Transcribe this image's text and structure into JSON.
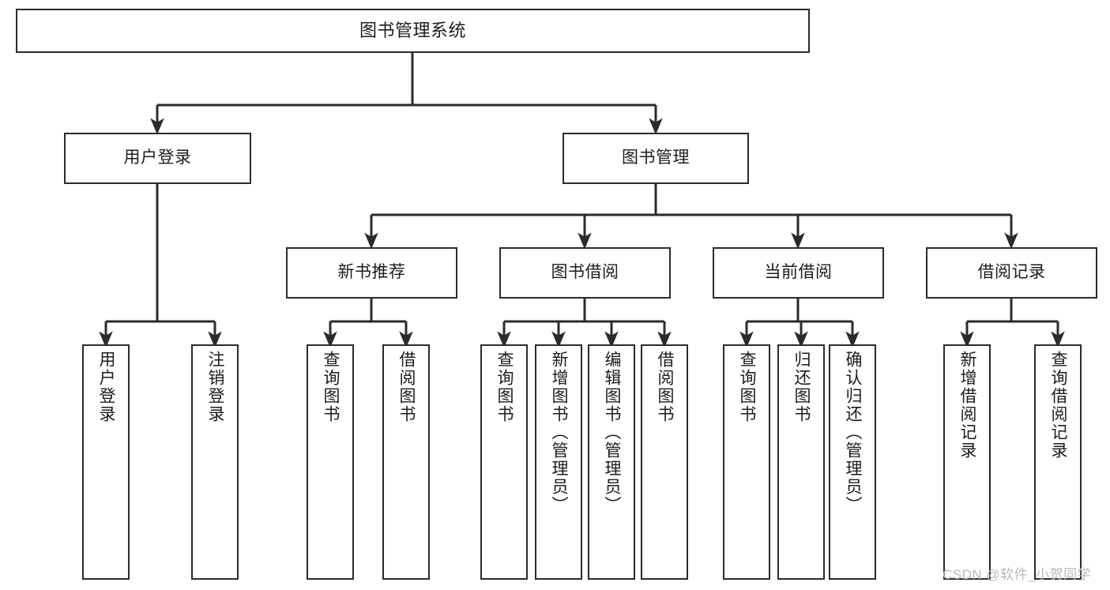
{
  "diagram": {
    "title": "图书管理系统",
    "type": "function-structure-tree",
    "watermark": "CSDN @软件_小贺同学",
    "colors": {
      "box_border": "#2b2b2b",
      "box_fill": "#ffffff",
      "connector": "#2b2b2b",
      "text": "#1c1c1c",
      "watermark": "#b9b9b9",
      "background": "#ffffff"
    },
    "root": {
      "label": "图书管理系统"
    },
    "level2": [
      {
        "label": "用户登录"
      },
      {
        "label": "图书管理"
      }
    ],
    "level3": [
      {
        "label": "新书推荐"
      },
      {
        "label": "图书借阅"
      },
      {
        "label": "当前借阅"
      },
      {
        "label": "借阅记录"
      }
    ],
    "leaves": {
      "user_login": [
        {
          "label": "用户登录"
        },
        {
          "label": "注销登录"
        }
      ],
      "new_book_recommend": [
        {
          "label": "查询图书"
        },
        {
          "label": "借阅图书"
        }
      ],
      "book_borrow": [
        {
          "label": "查询图书"
        },
        {
          "label": "新增图书（管理员）"
        },
        {
          "label": "编辑图书（管理员）"
        },
        {
          "label": "借阅图书"
        }
      ],
      "current_borrow": [
        {
          "label": "查询图书"
        },
        {
          "label": "归还图书"
        },
        {
          "label": "确认归还（管理员）"
        }
      ],
      "borrow_record": [
        {
          "label": "新增借阅记录"
        },
        {
          "label": "查询借阅记录"
        }
      ]
    }
  }
}
